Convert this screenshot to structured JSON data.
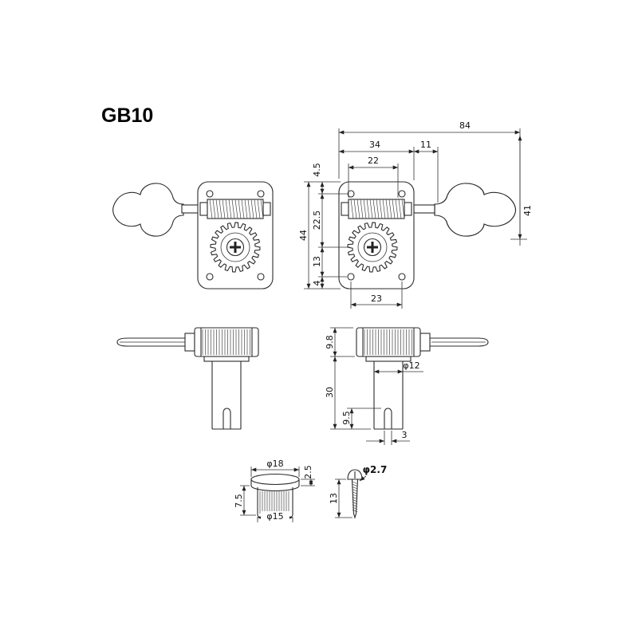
{
  "page": {
    "title": "GB10"
  },
  "views": {
    "front_right": {
      "dims": {
        "total_width": "84",
        "plate_width": "34",
        "plate_to_key": "11",
        "worm_span": "22",
        "edge_to_hole_top": "4.5",
        "hole_to_gear": "22.5",
        "plate_height": "44",
        "gear_to_hole_bottom": "13",
        "hole_to_edge_bottom": "4",
        "bottom_hole_span": "23",
        "key_length": "41"
      }
    },
    "side_right": {
      "dims": {
        "housing_height": "9.8",
        "post_length": "30",
        "slot_depth": "9.5",
        "post_diameter": "φ12",
        "slot_width": "3"
      }
    },
    "bushing": {
      "dims": {
        "head_diameter": "φ18",
        "head_height": "2.5",
        "body_diameter": "φ15",
        "body_height": "7.5"
      }
    },
    "screw": {
      "dims": {
        "length": "13",
        "diameter": "φ2.7"
      }
    }
  }
}
